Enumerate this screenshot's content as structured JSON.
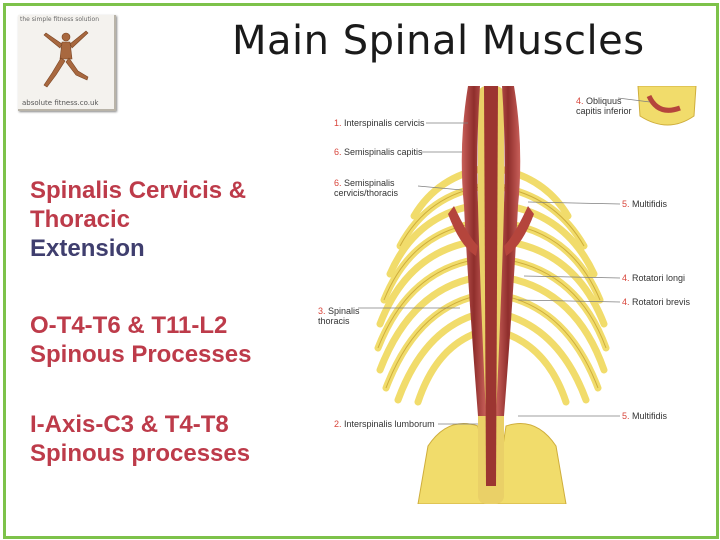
{
  "logo": {
    "top_text": "the simple fitness solution",
    "bottom_text": "absolute fitness.co.uk",
    "icon": "athlete-figure-icon"
  },
  "title": "Main Spinal Muscles",
  "blocks": {
    "b1_line1": "Spinalis Cervicis &",
    "b1_line2": "Thoracic",
    "b1_line3": "Extension",
    "b2_line1": "O-T4-T6 & T11-L2",
    "b2_line2": "Spinous Processes",
    "b3_line1": "I-Axis-C3 & T4-T8",
    "b3_line2": "Spinous processes"
  },
  "figure_labels": {
    "l1_num": "1.",
    "l1": "Interspinalis cervicis",
    "l6a_num": "6.",
    "l6a": "Semispinalis capitis",
    "l6b_num": "6.",
    "l6b_1": "Semispinalis",
    "l6b_2": "cervicis/thoracis",
    "l3_num": "3.",
    "l3_1": "Spinalis",
    "l3_2": "thoracis",
    "l2_num": "2.",
    "l2": "Interspinalis lumborum",
    "r4a_num": "4.",
    "r4a_1": "Obliquus",
    "r4a_2": "capitis inferior",
    "r5a_num": "5.",
    "r5a": "Multifidis",
    "r4b_num": "4.",
    "r4b": "Rotatori longi",
    "r4c_num": "4.",
    "r4c": "Rotatori brevis",
    "r5b_num": "5.",
    "r5b": "Multifidis"
  },
  "colors": {
    "frame": "#7dc24a",
    "red_text": "#bd3b4a",
    "dark_text": "#3f3e6e",
    "bone": "#f1dc6b",
    "muscle": "#b5453c"
  }
}
